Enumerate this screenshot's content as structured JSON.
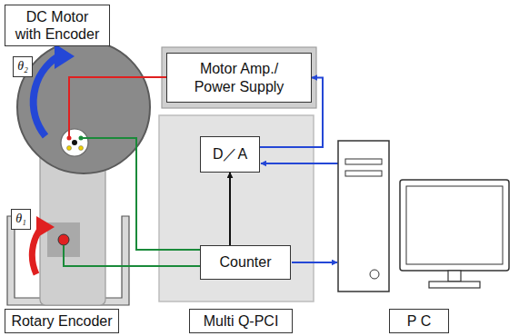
{
  "diagram": {
    "nodes": [
      {
        "text": [
          "DC Motor with Encoder"
        ]
      },
      {
        "text": [
          "θ₂"
        ]
      },
      {
        "text": [
          "θ₁"
        ]
      },
      {
        "text": [
          "Motor Amp./ Power Supply"
        ]
      },
      {
        "text": [
          "D／A"
        ]
      },
      {
        "text": [
          "Counter"
        ]
      },
      {
        "text": [
          "Rotary Encoder"
        ]
      },
      {
        "text": [
          "Multi Q-PCI"
        ]
      },
      {
        "text": [
          "P C"
        ]
      }
    ],
    "edges": [
      {
        "from": 4,
        "to": 3,
        "arrow": "to"
      },
      {
        "from": 5,
        "to": 4,
        "arrow": "to"
      }
    ]
  }
}
